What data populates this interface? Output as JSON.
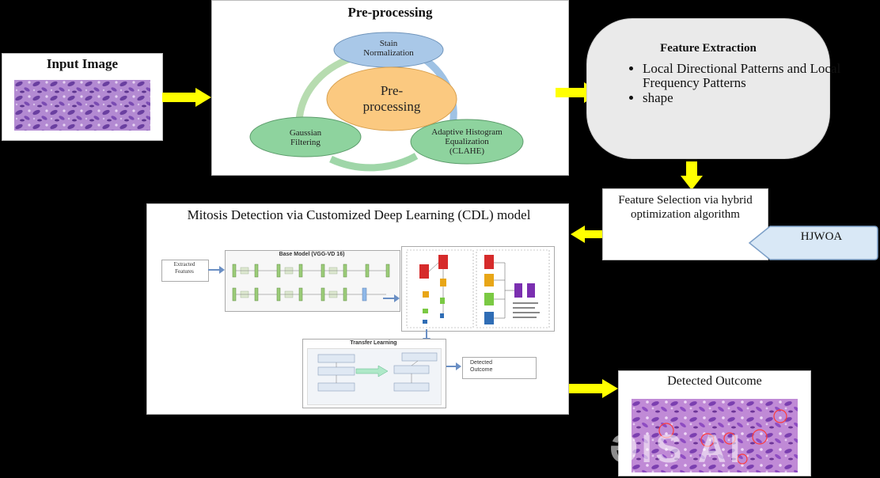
{
  "input_image": {
    "title": "Input Image"
  },
  "preprocessing": {
    "title": "Pre-processing",
    "center": "Pre-\nprocessing",
    "nodes": [
      "Stain\nNormalization",
      "Adaptive Histogram\nEqualization\n(CLAHE)",
      "Gaussian\nFiltering"
    ]
  },
  "feature_extraction": {
    "title": "Feature Extraction",
    "bullets": [
      "Local Directional Patterns and Local Frequency Patterns",
      "shape"
    ]
  },
  "feature_selection": {
    "text": "Feature Selection via hybrid optimization algorithm",
    "tag": "HJWOA"
  },
  "cdl": {
    "title": "Mitosis Detection via Customized Deep Learning (CDL) model",
    "extracted_features": "Extracted\nFeatures",
    "base_model_title": "Base Model (VGG-VD 16)",
    "transfer_learning_title": "Transfer Learning",
    "detected_outcome_small": "Detected\nOutcome"
  },
  "detected_outcome": {
    "title": "Detected Outcome"
  },
  "watermark": "ƏIS AI",
  "colors": {
    "arrow": "#ffff00",
    "node_blue": "#a9c8e8",
    "node_green": "#8ed39e",
    "center_orange": "#fbc980",
    "ring_blue": "#9fc2e4",
    "ring_green": "#9fd6a8",
    "tissue": "#b48ad0"
  }
}
